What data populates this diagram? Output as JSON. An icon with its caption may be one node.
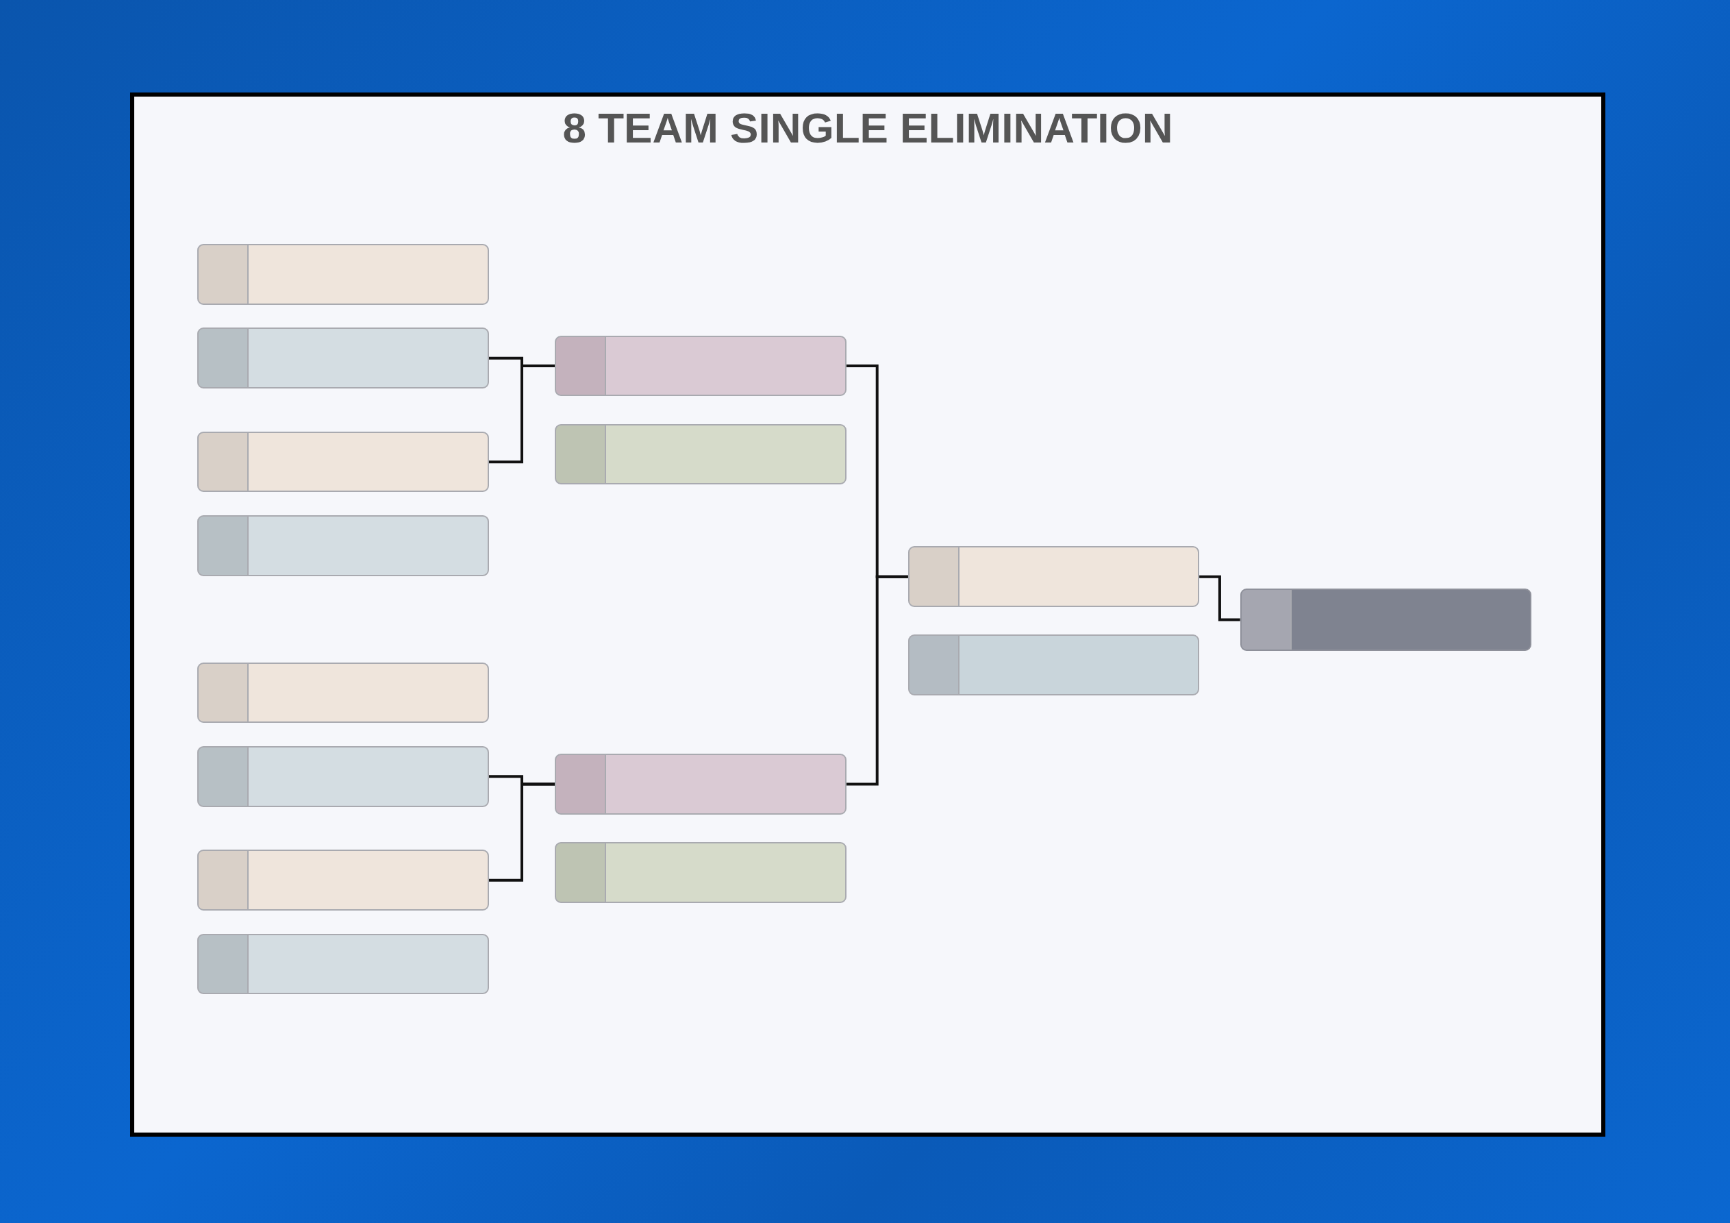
{
  "diagram": {
    "title": "8 TEAM SINGLE ELIMINATION",
    "nodes": [
      {
        "text": [],
        "shape": "box"
      },
      {
        "text": [],
        "shape": "box"
      },
      {
        "text": [],
        "shape": "box"
      },
      {
        "text": [],
        "shape": "box"
      },
      {
        "text": [],
        "shape": "box"
      },
      {
        "text": [],
        "shape": "box"
      },
      {
        "text": [],
        "shape": "box"
      },
      {
        "text": [],
        "shape": "box"
      },
      {
        "text": [],
        "shape": "box"
      },
      {
        "text": [],
        "shape": "box"
      },
      {
        "text": [],
        "shape": "box"
      },
      {
        "text": [],
        "shape": "box"
      },
      {
        "text": [],
        "shape": "box"
      },
      {
        "text": [],
        "shape": "box"
      },
      {
        "text": [],
        "shape": "box"
      }
    ],
    "edges": [
      {
        "from": 1,
        "to": 8,
        "arrow": "none"
      },
      {
        "from": 2,
        "to": 8,
        "arrow": "none"
      },
      {
        "from": 5,
        "to": 10,
        "arrow": "none"
      },
      {
        "from": 6,
        "to": 10,
        "arrow": "none"
      },
      {
        "from": 8,
        "to": 12,
        "arrow": "none"
      },
      {
        "from": 10,
        "to": 12,
        "arrow": "none"
      },
      {
        "from": 12,
        "to": 14,
        "arrow": "none"
      }
    ]
  }
}
